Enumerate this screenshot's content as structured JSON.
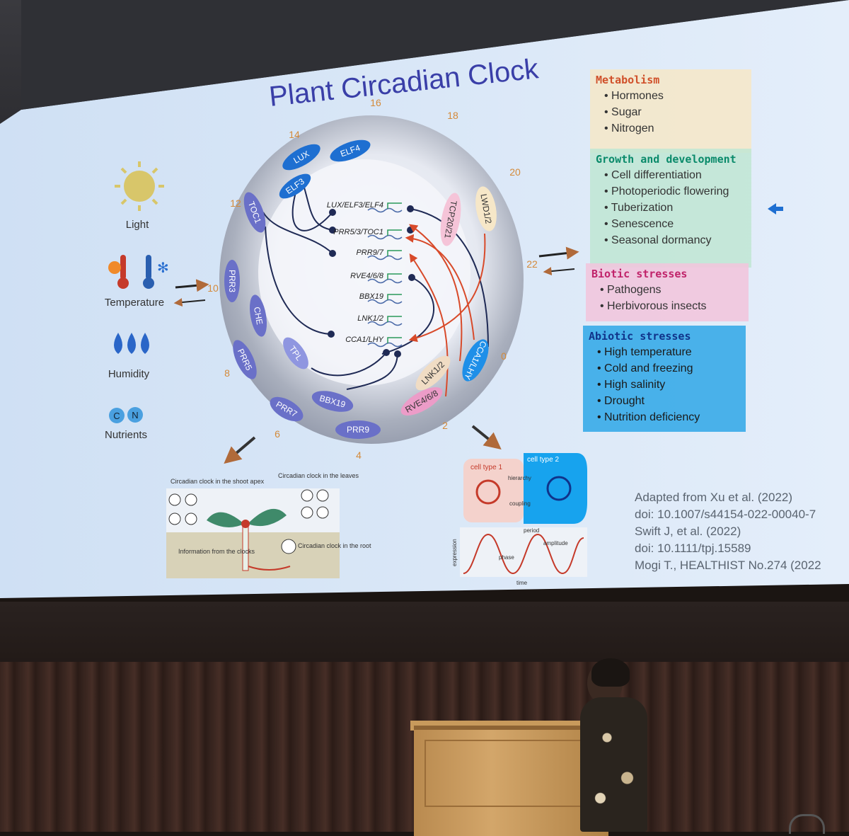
{
  "slide": {
    "title": "Plant Circadian Clock",
    "clock_hours": [
      "16",
      "18",
      "20",
      "22",
      "0",
      "2",
      "4",
      "6",
      "8",
      "10",
      "12",
      "14"
    ],
    "inputs": [
      {
        "label": "Light",
        "icon": "sun-icon"
      },
      {
        "label": "Temperature",
        "icon": "thermometer-icon"
      },
      {
        "label": "Humidity",
        "icon": "water-drops-icon"
      },
      {
        "label": "Nutrients",
        "icon": "nutrients-icon"
      }
    ],
    "nutrient_symbols": [
      "C",
      "N"
    ],
    "proteins": [
      "LUX",
      "ELF4",
      "ELF3",
      "TOC1",
      "PRR3",
      "CHE",
      "PRR5",
      "TPL",
      "PRR7",
      "BBX19",
      "PRR9",
      "RVE4/6/8",
      "LNK1/2",
      "CCA1/LHY",
      "TCP20/21",
      "LWD1/2"
    ],
    "genes": [
      "LUX/ELF3/ELF4",
      "PRR5/3/TOC1",
      "PRR9/7",
      "RVE4/6/8",
      "BBX19",
      "LNK1/2",
      "CCA1/LHY"
    ],
    "outputs": [
      {
        "title": "Metabolism",
        "items": [
          "Hormones",
          "Sugar",
          "Nitrogen"
        ],
        "color": "#f6e7c8",
        "title_color": "#d0502a"
      },
      {
        "title": "Growth and development",
        "items": [
          "Cell differentiation",
          "Photoperiodic flowering",
          "Tuberization",
          "Senescence",
          "Seasonal dormancy"
        ],
        "color": "#bfe6d4",
        "title_color": "#0a8a6a"
      },
      {
        "title": "Biotic stresses",
        "items": [
          "Pathogens",
          "Herbivorous insects"
        ],
        "color": "#f2c4dc",
        "title_color": "#c0236a"
      },
      {
        "title": "Abiotic stresses",
        "items": [
          "High temperature",
          "Cold and freezing",
          "High salinity",
          "Drought",
          "Nutrition deficiency"
        ],
        "color": "#2ea7e8",
        "title_color": "#10338a"
      }
    ],
    "plant_figure": {
      "shoot_label": "Circadian clock in the shoot apex",
      "leaves_label": "Circadian clock in the leaves",
      "info_label": "Information from the clocks",
      "root_label": "Circadian clock in the root"
    },
    "cell_figure": {
      "cell1": "cell type 1",
      "cell2": "cell type 2",
      "hierarchy": "hierarchy",
      "coupling": "coupling",
      "period": "period",
      "amplitude": "amplitude",
      "phase": "phase",
      "ylabel": "expression",
      "xlabel": "time"
    },
    "references": [
      "Adapted from Xu et al. (2022)",
      "doi: 10.1007/s44154-022-00040-7",
      "Swift J, et al. (2022)",
      "doi: 10.1111/tpj.15589",
      "Mogi T., HEALTHIST No.274 (2022"
    ],
    "colors": {
      "title": "#3a3fa8",
      "protein": "#6a70c8",
      "protein_light": "#8f96e0",
      "lux": "#1e6fd1",
      "hour": "#d48a3a",
      "arrow_red": "#d84a2a"
    }
  }
}
